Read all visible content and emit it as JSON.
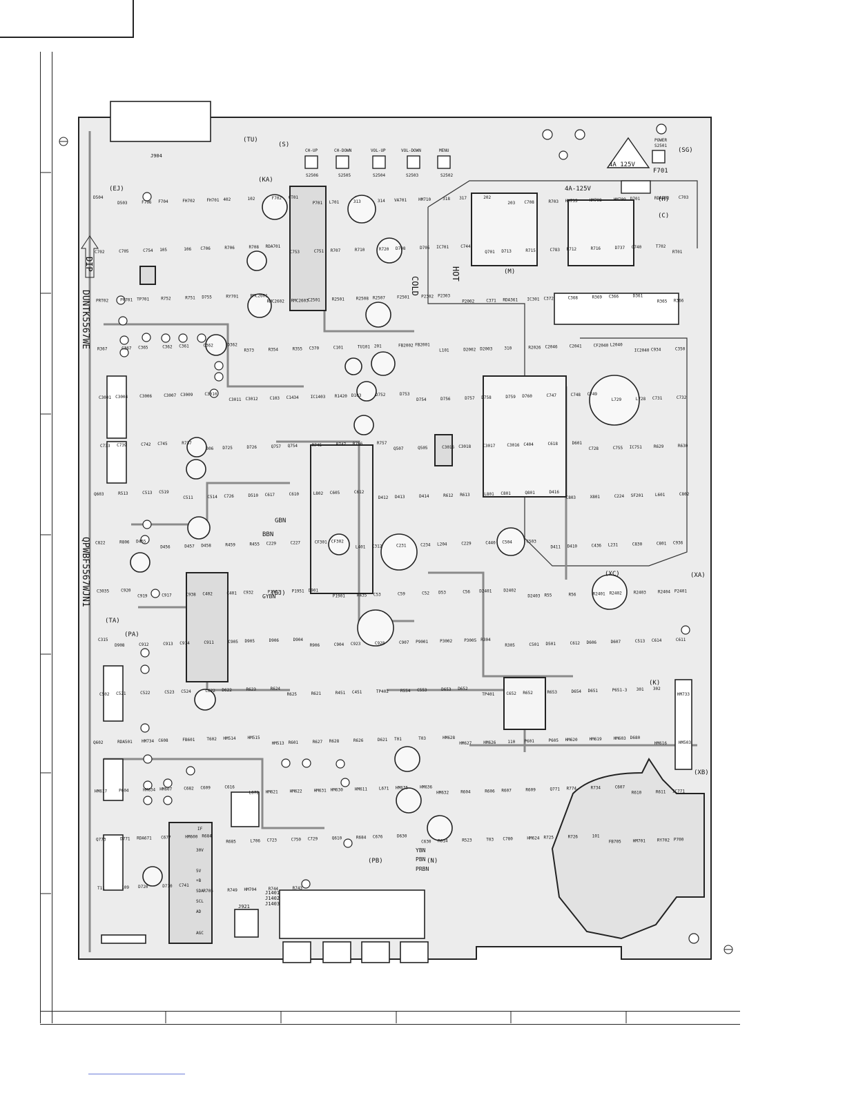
{
  "vertical_labels": {
    "dip": "DIP",
    "board_id": "DUNTK5567WE",
    "part_no": "QPWBF5567WJN1"
  },
  "connectors": {
    "j904": "J904",
    "j921": "J921",
    "j1401": "J1401",
    "j1402": "J1402",
    "j1403": "J1403"
  },
  "buttons": [
    {
      "name": "CH-UP",
      "ref": "S2506"
    },
    {
      "name": "CH-DOWN",
      "ref": "S2505"
    },
    {
      "name": "VOL-UP",
      "ref": "S2504"
    },
    {
      "name": "VOL-DOWN",
      "ref": "S2503"
    },
    {
      "name": "MENU",
      "ref": "S2502"
    }
  ],
  "power": {
    "switch_label": "POWER",
    "switch_ref": "S2501",
    "fuse_rating_1": "4A 125V",
    "fuse_ref": "F701",
    "fuse_rating_2": "4A-125V"
  },
  "section_labels": {
    "hot": "HOT",
    "cold": "COLD",
    "ej": "(EJ)",
    "tu": "(TU)",
    "s": "(S)",
    "ka": "(KA)",
    "sg": "(SG)",
    "h": "(H)",
    "c": "(C)",
    "m": "(M)",
    "xc": "(XC)",
    "xa": "(XA)",
    "xb": "(XB)",
    "k": "(K)",
    "ta": "(TA)",
    "pa": "(PA)",
    "gj": "(GJ)",
    "pb": "(PB)",
    "n": "(N)",
    "gbn": "GBN",
    "bbn": "BBN",
    "gybn": "GYBN",
    "ybn": "YBN",
    "pbn": "PBN",
    "prbn": "PRBN"
  },
  "pin_labels": [
    "IF",
    "30V",
    "5V",
    "+B",
    "SDA",
    "SCL",
    "AD",
    "AGC"
  ],
  "components": [
    "D504",
    "D503",
    "F706",
    "F704",
    "FH702",
    "FH701",
    "402",
    "102",
    "F702",
    "CT01",
    "P701",
    "L701",
    "313",
    "314",
    "VA701",
    "HM710",
    "318",
    "317",
    "202",
    "203",
    "C708",
    "R703",
    "HM735",
    "HM708",
    "HM709",
    "D701",
    "RDA702",
    "C703",
    "C702",
    "C705",
    "C754",
    "105",
    "106",
    "C706",
    "R706",
    "R708",
    "RDA701",
    "C753",
    "C751",
    "R707",
    "R710",
    "R720",
    "D708",
    "D705",
    "IC701",
    "C744",
    "Q701",
    "D713",
    "R715",
    "C783",
    "R712",
    "R716",
    "D737",
    "C740",
    "T702",
    "RT01",
    "PRT02",
    "PR701",
    "TP701",
    "R752",
    "R751",
    "D755",
    "RY701",
    "RMC2601",
    "RMC2602",
    "RMC2603",
    "C2501",
    "R2501",
    "R2508",
    "R2507",
    "F2501",
    "P2302",
    "P2303",
    "P2002",
    "C371",
    "RDA361",
    "IC301",
    "C372",
    "C368",
    "R369",
    "C366",
    "D361",
    "R365",
    "R366",
    "R367",
    "C367",
    "C365",
    "C362",
    "C361",
    "C362",
    "D362",
    "R373",
    "R354",
    "R355",
    "C370",
    "C101",
    "TU101",
    "201",
    "FB2002",
    "FB2001",
    "L101",
    "D2002",
    "D2003",
    "310",
    "R2026",
    "C2046",
    "C2041",
    "CF2040",
    "L2040",
    "IC2040",
    "C934",
    "C350",
    "C3001",
    "C3004",
    "C3006",
    "C3007",
    "C3009",
    "C3010",
    "C3011",
    "C3012",
    "C103",
    "C1434",
    "IC1403",
    "R1420",
    "D103",
    "D752",
    "D753",
    "D754",
    "D756",
    "D757",
    "D758",
    "D759",
    "D760",
    "C747",
    "C748",
    "C749",
    "L729",
    "L728",
    "C731",
    "C732",
    "C733",
    "C739",
    "C742",
    "C745",
    "R737",
    "306",
    "D725",
    "D726",
    "Q757",
    "Q754",
    "R745",
    "R747",
    "R756",
    "R757",
    "Q507",
    "Q505",
    "C3016",
    "C3018",
    "C3017",
    "C3016",
    "C404",
    "C618",
    "D601",
    "C728",
    "C755",
    "IC751",
    "R629",
    "R630",
    "Q603",
    "R513",
    "C513",
    "C519",
    "C511",
    "C514",
    "C726",
    "D510",
    "C617",
    "C610",
    "L802",
    "C605",
    "C612",
    "D412",
    "D413",
    "D414",
    "R612",
    "R613",
    "L801",
    "C801",
    "Q801",
    "D416",
    "C803",
    "X801",
    "C224",
    "SF201",
    "L601",
    "C802",
    "C822",
    "R806",
    "D455",
    "D456",
    "D457",
    "D458",
    "R459",
    "R455",
    "C229",
    "C227",
    "CF301",
    "CF302",
    "L401",
    "C312",
    "C231",
    "C234",
    "L204",
    "C229",
    "C440",
    "C504",
    "C503",
    "D411",
    "D410",
    "C436",
    "L231",
    "C830",
    "C801",
    "C936",
    "C3035",
    "C920",
    "C919",
    "C917",
    "C938",
    "C402",
    "C401",
    "C932",
    "P1902",
    "P1951",
    "D901",
    "P1901",
    "R435",
    "C53",
    "C59",
    "C52",
    "D53",
    "C56",
    "D2401",
    "D2402",
    "D2403",
    "R55",
    "R56",
    "R2401",
    "R2402",
    "R2403",
    "R2404",
    "P2401",
    "C315",
    "D908",
    "C912",
    "C913",
    "C914",
    "C911",
    "C905",
    "D905",
    "D906",
    "D904",
    "R906",
    "C904",
    "C923",
    "C928",
    "C907",
    "P9001",
    "P3002",
    "P3005",
    "R304",
    "R305",
    "C501",
    "D501",
    "C612",
    "D606",
    "D607",
    "C513",
    "C614",
    "C611",
    "C502",
    "C521",
    "C522",
    "C523",
    "C524",
    "C622",
    "D622",
    "R623",
    "R624",
    "R625",
    "R621",
    "R451",
    "C451",
    "TP402",
    "R554",
    "C553",
    "D653",
    "D652",
    "TP401",
    "C652",
    "R652",
    "R653",
    "D654",
    "D651",
    "P651-3",
    "301",
    "302",
    "HM733",
    "Q602",
    "RDA501",
    "HM734",
    "C608",
    "FB601",
    "T602",
    "HM514",
    "HM515",
    "HM513",
    "R601",
    "R627",
    "R628",
    "R626",
    "D621",
    "T01",
    "T03",
    "HM628",
    "HM627",
    "HM626",
    "110",
    "P601",
    "P605",
    "HM620",
    "HM619",
    "HM603",
    "D680",
    "HM616",
    "HM503",
    "HM617",
    "P604",
    "HM634",
    "HM607",
    "C682",
    "C609",
    "C616",
    "L672",
    "HM621",
    "HM622",
    "HM631",
    "HM630",
    "HM611",
    "L671",
    "HM635",
    "HM636",
    "HM632",
    "R604",
    "R606",
    "R607",
    "R609",
    "Q771",
    "R774",
    "R734",
    "C607",
    "R610",
    "R611",
    "IC771",
    "Q773",
    "D771",
    "RDA671",
    "C677",
    "HM600",
    "R684",
    "R685",
    "L706",
    "C723",
    "C750",
    "C729",
    "Q610",
    "R684",
    "C676",
    "D630",
    "C630",
    "R614",
    "R523",
    "T03",
    "C780",
    "HM624",
    "R725",
    "R726",
    "101",
    "FB705",
    "HM701",
    "RY702",
    "P700",
    "T11",
    "109",
    "D720",
    "D710",
    "C741",
    "R705",
    "R749",
    "HM704",
    "R744",
    "R743"
  ]
}
